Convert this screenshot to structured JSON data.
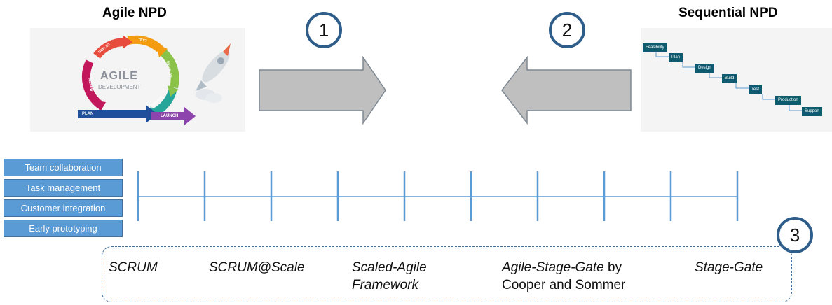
{
  "left_title": "Agile NPD",
  "right_title": "Sequential NPD",
  "step_numbers": [
    "1",
    "2",
    "3"
  ],
  "agile_image": {
    "center_title": "AGILE",
    "center_subtitle": "DEVELOPMENT",
    "cycle_labels": [
      "DEPLOY",
      "TEST",
      "DEVELOP",
      "DESIGN",
      "REVIEW"
    ],
    "plan_label": "PLAN",
    "launch_label": "LAUNCH"
  },
  "waterfall_steps": [
    "Feasibility",
    "Plan",
    "Design",
    "Build",
    "Test",
    "Production",
    "Support"
  ],
  "attributes": [
    "Team collaboration",
    "Task management",
    "Customer integration",
    "Early prototyping"
  ],
  "methods": [
    {
      "name": "SCRUM",
      "suffix": ""
    },
    {
      "name": "SCRUM@Scale",
      "suffix": ""
    },
    {
      "name": "Scaled-Agile Framework",
      "line1": "Scaled-Agile",
      "line2": "Framework"
    },
    {
      "line1_italic": "Agile-Stage-Gate",
      "line1_suffix": " by",
      "line2": "Cooper and Sommer"
    },
    {
      "name": "Stage-Gate",
      "suffix": ""
    }
  ],
  "colors": {
    "circle_border": "#2f5d8a",
    "arrow_fill": "#bfbfbf",
    "attribute_fill": "#5b9bd5",
    "scale_line": "#5b9bd5",
    "waterfall_box": "#0e5a6e",
    "dashed_border": "#41719c"
  }
}
